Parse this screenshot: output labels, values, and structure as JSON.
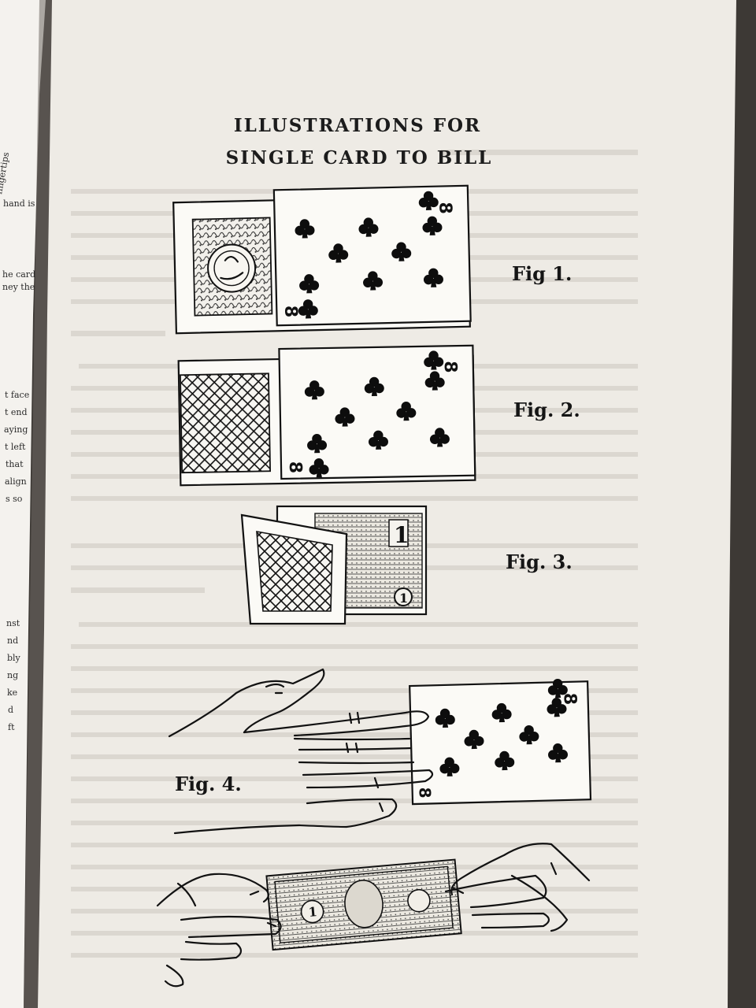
{
  "page": {
    "title_line1": "ILLUSTRATIONS FOR",
    "title_line2": "SINGLE CARD TO BILL"
  },
  "figures": [
    {
      "label": "Fig 1.",
      "card_rank": "8",
      "card_suit": "clubs"
    },
    {
      "label": "Fig. 2.",
      "card_rank": "8",
      "card_suit": "clubs"
    },
    {
      "label": "Fig. 3."
    },
    {
      "label": "Fig. 4.",
      "card_rank": "8",
      "card_suit": "clubs"
    },
    {
      "label": ""
    }
  ],
  "left_page_fragments": [
    "fingertips",
    "hand is",
    "he card",
    "ney the",
    "t face",
    "t end",
    "aying",
    "t left",
    "that",
    "align",
    "s so",
    "nst",
    "nd",
    "bly",
    "ng",
    "ke",
    "d",
    "ft"
  ],
  "bill": {
    "denomination": "1"
  },
  "colors": {
    "paper": "#eeebe5",
    "ink": "#121212",
    "background": "#3a3633"
  }
}
